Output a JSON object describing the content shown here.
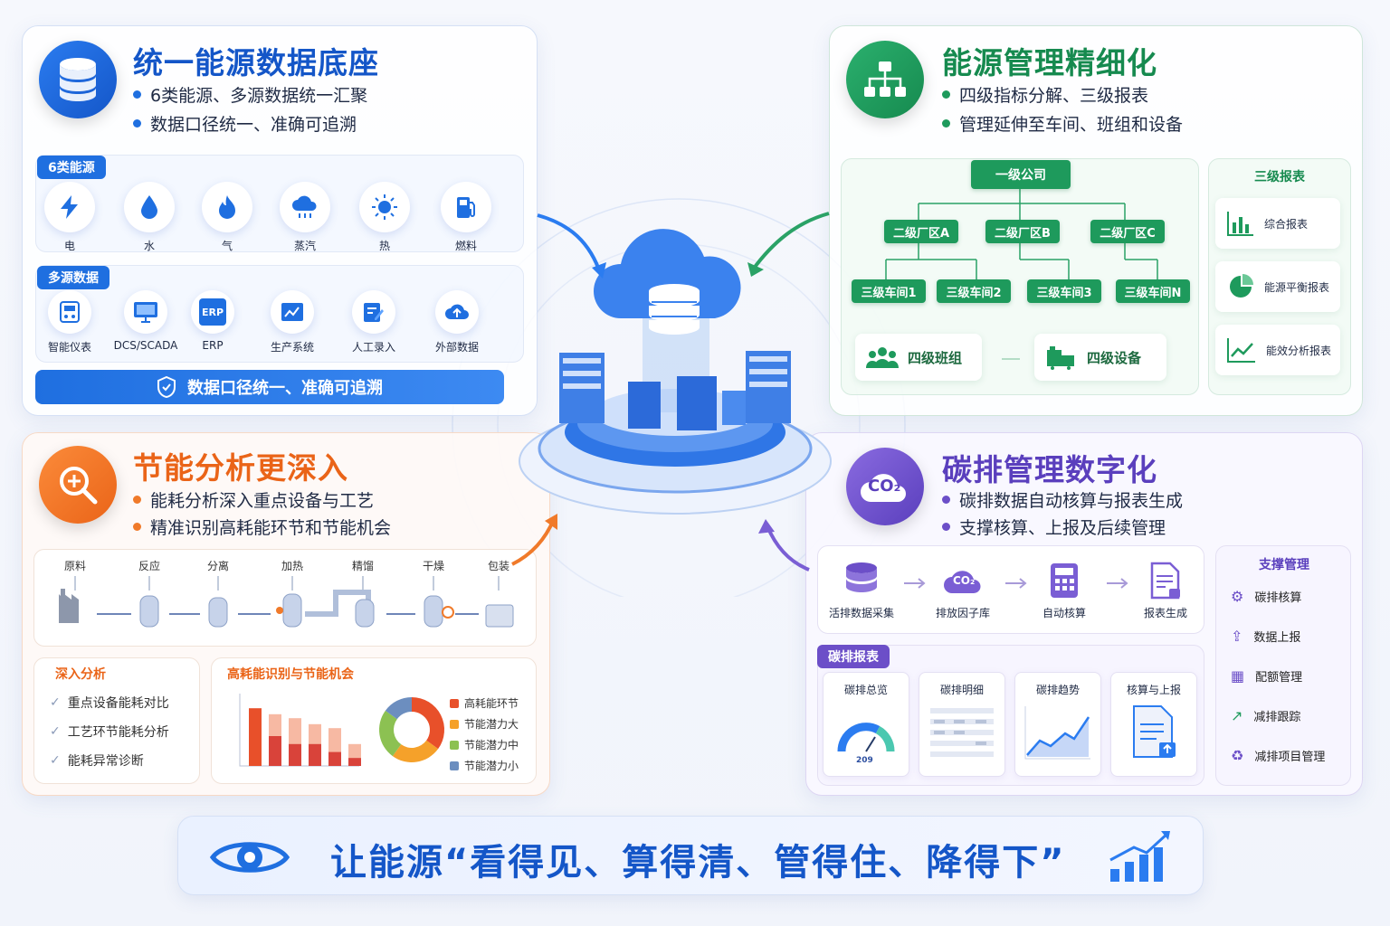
{
  "colors": {
    "blue": "#1f6fe0",
    "green": "#1e9a5c",
    "orange": "#f07a2a",
    "purple": "#6c4fc8"
  },
  "top_left": {
    "title": "统一能源数据底座",
    "bullets": [
      "6类能源、多源数据统一汇聚",
      "数据口径统一、准确可追溯"
    ],
    "energy_tag": "6类能源",
    "energy": [
      {
        "label": "电",
        "icon": "lightning-icon"
      },
      {
        "label": "水",
        "icon": "water-drop-icon"
      },
      {
        "label": "气",
        "icon": "flame-icon"
      },
      {
        "label": "蒸汽",
        "icon": "steam-cloud-icon"
      },
      {
        "label": "热",
        "icon": "sun-icon"
      },
      {
        "label": "燃料",
        "icon": "fuel-pump-icon"
      }
    ],
    "source_tag": "多源数据",
    "sources": [
      {
        "label": "智能仪表",
        "icon": "meter-icon"
      },
      {
        "label": "DCS/SCADA",
        "icon": "monitor-icon"
      },
      {
        "label": "ERP",
        "icon": "erp-icon"
      },
      {
        "label": "生产系统",
        "icon": "chart-icon"
      },
      {
        "label": "人工录入",
        "icon": "edit-icon"
      },
      {
        "label": "外部数据",
        "icon": "cloud-upload-icon"
      }
    ],
    "erp_badge": "ERP",
    "banner": "数据口径统一、准确可追溯"
  },
  "top_right": {
    "title": "能源管理精细化",
    "bullets": [
      "四级指标分解、三级报表",
      "管理延伸至车间、班组和设备"
    ],
    "level1": "一级公司",
    "level2": [
      "二级厂区A",
      "二级厂区B",
      "二级厂区C"
    ],
    "level3": [
      "三级车间1",
      "三级车间2",
      "三级车间3",
      "三级车间N"
    ],
    "level4": [
      "四级班组",
      "四级设备"
    ],
    "report_title": "三级报表",
    "reports": [
      "综合报表",
      "能源平衡报表",
      "能效分析报表"
    ]
  },
  "bottom_left": {
    "title": "节能分析更深入",
    "bullets": [
      "能耗分析深入重点设备与工艺",
      "精准识别高耗能环节和节能机会"
    ],
    "process": [
      "原料",
      "反应",
      "分离",
      "加热",
      "精馏",
      "干燥",
      "包装"
    ],
    "analysis_title": "深入分析",
    "analysis": [
      "重点设备能耗对比",
      "工艺环节能耗分析",
      "能耗异常诊断"
    ],
    "opp_title": "高耗能识别与节能机会",
    "legend": [
      {
        "label": "高耗能环节",
        "color": "#e8502a"
      },
      {
        "label": "节能潜力大",
        "color": "#f5a12a"
      },
      {
        "label": "节能潜力中",
        "color": "#8cc152"
      },
      {
        "label": "节能潜力小",
        "color": "#6c8ebf"
      }
    ]
  },
  "bottom_right": {
    "title": "碳排管理数字化",
    "co2_label": "CO₂",
    "bullets": [
      "碳排数据自动核算与报表生成",
      "支撑核算、上报及后续管理"
    ],
    "flow": [
      "活排数据采集",
      "排放因子库",
      "自动核算",
      "报表生成"
    ],
    "report_tag": "碳排报表",
    "cards": [
      "碳排总览",
      "碳排明细",
      "碳排趋势",
      "核算与上报"
    ],
    "gauge_value": "209",
    "support_title": "支撑管理",
    "support": [
      "碳排核算",
      "数据上报",
      "配额管理",
      "减排跟踪",
      "减排项目管理"
    ]
  },
  "chart_data": {
    "type": "bar",
    "series": [
      {
        "values": [
          58,
          52,
          48,
          42,
          38,
          22
        ]
      },
      {
        "values": [
          0,
          30,
          22,
          22,
          14,
          8
        ]
      }
    ],
    "donut": [
      0.35,
      0.25,
      0.25,
      0.15
    ]
  },
  "footer": {
    "slogan": "让能源“看得见、算得清、管得住、降得下”"
  }
}
